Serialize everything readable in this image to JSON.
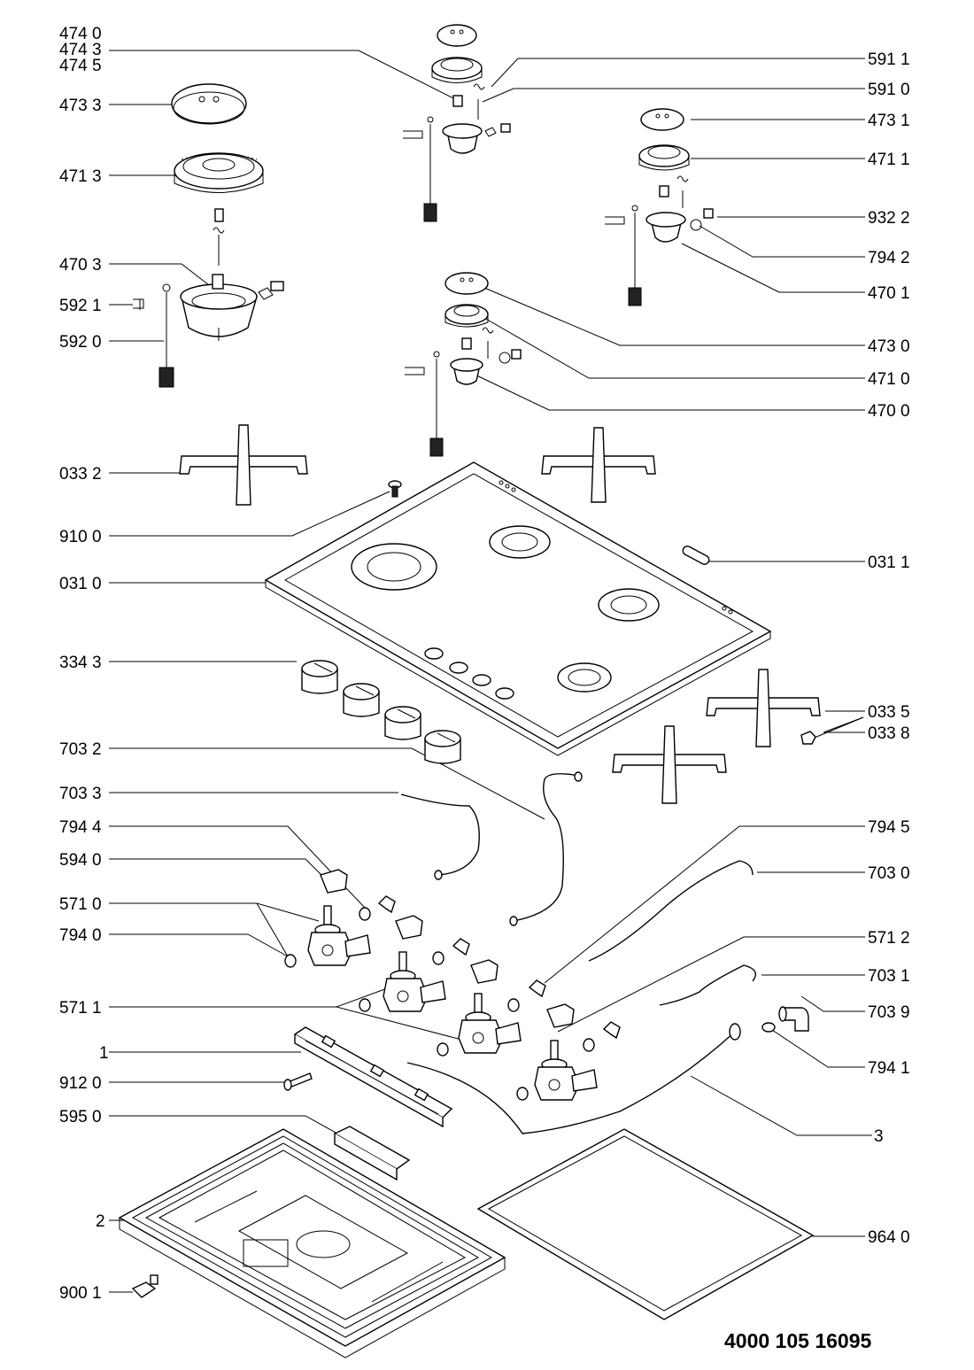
{
  "labels_left": [
    {
      "id": "474-0",
      "text": "474 0"
    },
    {
      "id": "474-3",
      "text": "474 3"
    },
    {
      "id": "474-5",
      "text": "474 5"
    },
    {
      "id": "473-3",
      "text": "473 3"
    },
    {
      "id": "471-3",
      "text": "471 3"
    },
    {
      "id": "470-3",
      "text": "470 3"
    },
    {
      "id": "592-1",
      "text": "592 1"
    },
    {
      "id": "592-0",
      "text": "592 0"
    },
    {
      "id": "033-2",
      "text": "033 2"
    },
    {
      "id": "910-0",
      "text": "910 0"
    },
    {
      "id": "031-0",
      "text": "031 0"
    },
    {
      "id": "334-3",
      "text": "334 3"
    },
    {
      "id": "703-2",
      "text": "703 2"
    },
    {
      "id": "703-3",
      "text": "703 3"
    },
    {
      "id": "794-4",
      "text": "794 4"
    },
    {
      "id": "594-0",
      "text": "594 0"
    },
    {
      "id": "571-0",
      "text": "571 0"
    },
    {
      "id": "794-0",
      "text": "794 0"
    },
    {
      "id": "571-1",
      "text": "571 1"
    },
    {
      "id": "1",
      "text": "1"
    },
    {
      "id": "912-0",
      "text": "912 0"
    },
    {
      "id": "595-0",
      "text": "595 0"
    },
    {
      "id": "2",
      "text": "2"
    },
    {
      "id": "900-1",
      "text": "900 1"
    }
  ],
  "labels_right": [
    {
      "id": "591-1",
      "text": "591 1"
    },
    {
      "id": "591-0",
      "text": "591 0"
    },
    {
      "id": "473-1",
      "text": "473 1"
    },
    {
      "id": "471-1",
      "text": "471 1"
    },
    {
      "id": "932-2",
      "text": "932 2"
    },
    {
      "id": "794-2",
      "text": "794 2"
    },
    {
      "id": "470-1",
      "text": "470 1"
    },
    {
      "id": "473-0",
      "text": "473 0"
    },
    {
      "id": "471-0",
      "text": "471 0"
    },
    {
      "id": "470-0",
      "text": "470 0"
    },
    {
      "id": "031-1",
      "text": "031 1"
    },
    {
      "id": "033-5",
      "text": "033 5"
    },
    {
      "id": "033-8",
      "text": "033 8"
    },
    {
      "id": "794-5",
      "text": "794 5"
    },
    {
      "id": "703-0",
      "text": "703 0"
    },
    {
      "id": "571-2",
      "text": "571 2"
    },
    {
      "id": "703-1",
      "text": "703 1"
    },
    {
      "id": "703-9",
      "text": "703 9"
    },
    {
      "id": "794-1",
      "text": "794 1"
    },
    {
      "id": "3",
      "text": "3"
    },
    {
      "id": "964-0",
      "text": "964 0"
    }
  ],
  "document_code": "4000 105 16095"
}
